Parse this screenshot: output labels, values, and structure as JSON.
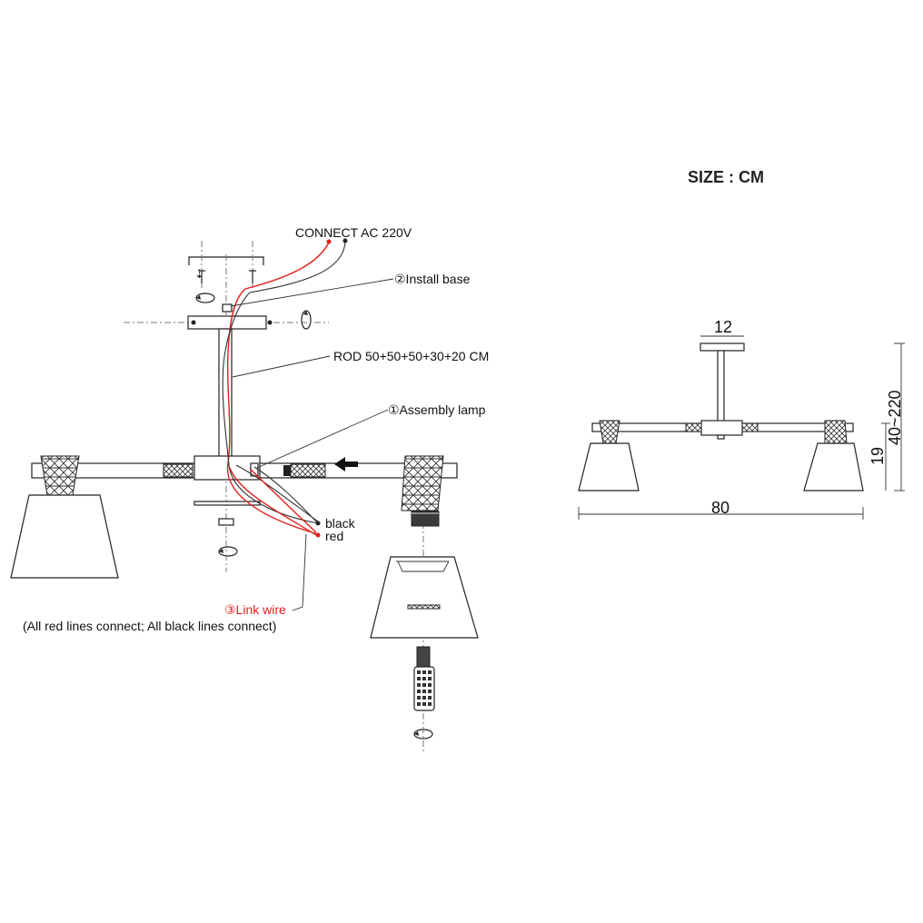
{
  "size_title": "SIZE : CM",
  "labels": {
    "connect": "CONNECT AC 220V",
    "install_base": "②Install base",
    "rod": "ROD 50+50+50+30+20 CM",
    "assembly_lamp": "①Assembly lamp",
    "black": "black",
    "red": "red",
    "link_wire": "③Link wire",
    "link_note": "(All red lines connect; All black lines connect)"
  },
  "dimensions": {
    "base_width": "12",
    "total_height": "40~220",
    "shade_height": "19",
    "total_width": "80"
  },
  "colors": {
    "wire_red": "#e0201c",
    "wire_black": "#333333"
  }
}
